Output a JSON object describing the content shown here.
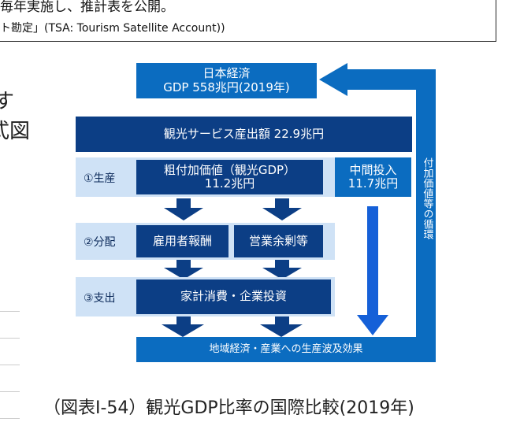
{
  "note": {
    "line1": "毎年実施し、推計表を公開。",
    "line2": "ト勘定」(TSA: Tourism Satellite Account))"
  },
  "side_text": {
    "line1": "す",
    "line2": "式図"
  },
  "diagram": {
    "gdp_line1": "日本経済",
    "gdp_line2": "GDP 558兆円(2019年)",
    "output": "観光サービス産出額  22.9兆円",
    "stage1": "①生産",
    "value_added_line1": "粗付加価値（観光GDP）",
    "value_added_line2": "11.2兆円",
    "intermediate_line1": "中間投入",
    "intermediate_line2": "11.7兆円",
    "stage2": "②分配",
    "employee": "雇用者報酬",
    "surplus": "営業余剰等",
    "stage3": "③支出",
    "spending": "家計消費・企業投資",
    "ripple": "地域経済・産業への生産波及効果",
    "cycle": "付加価値等の循環",
    "colors": {
      "mid": "#0b6cc0",
      "dark": "#0c3e85",
      "band": "#cfe2f6",
      "arrow": "#1560d8"
    }
  },
  "caption": "（図表Ⅰ-54）観光GDP比率の国際比較(2019年)"
}
